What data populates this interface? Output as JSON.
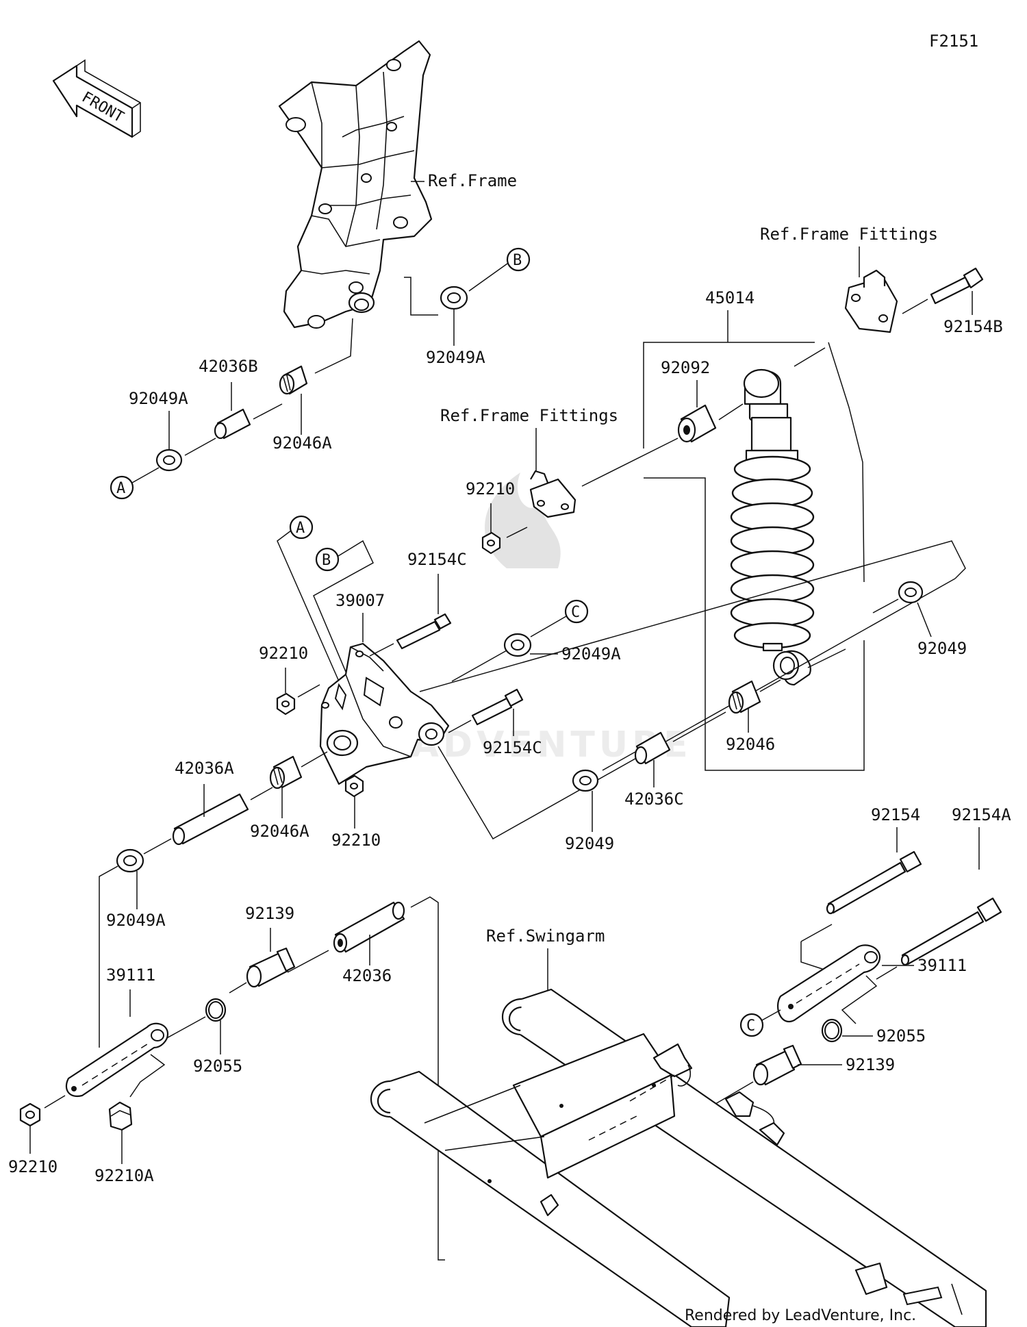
{
  "diagram_code": "F2151",
  "front_label": "FRONT",
  "watermark_text": "LEADVENTURE",
  "footer": "Rendered by LeadVenture, Inc.",
  "refs": {
    "frame": "Ref.Frame",
    "frame_fittings_upper": "Ref.Frame Fittings",
    "frame_fittings_lower": "Ref.Frame Fittings",
    "swingarm": "Ref.Swingarm"
  },
  "connectors": {
    "a": "A",
    "b": "B",
    "c": "C"
  },
  "labels": {
    "p92049A_top": "92049A",
    "p42036B": "42036B",
    "p92049A_left": "92049A",
    "p92046A_top": "92046A",
    "p45014": "45014",
    "p92154B": "92154B",
    "p92092": "92092",
    "p92210_fit": "92210",
    "p92154C_top": "92154C",
    "p39007": "39007",
    "p92210_left": "92210",
    "p92049A_mid": "92049A",
    "p92154C_mid": "92154C",
    "p92049_right": "92049",
    "p92046": "92046",
    "p42036A": "42036A",
    "p92046A_mid": "92046A",
    "p92210_mid": "92210",
    "p42036C": "42036C",
    "p92049_mid": "92049",
    "p92049A_low": "92049A",
    "p92154": "92154",
    "p92154A": "92154A",
    "p92139_left": "92139",
    "p42036": "42036",
    "p39111_right": "39111",
    "p39111_left": "39111",
    "p92055_left": "92055",
    "p92055_right": "92055",
    "p92139_right": "92139",
    "p92210_bottom": "92210",
    "p92210A": "92210A"
  }
}
